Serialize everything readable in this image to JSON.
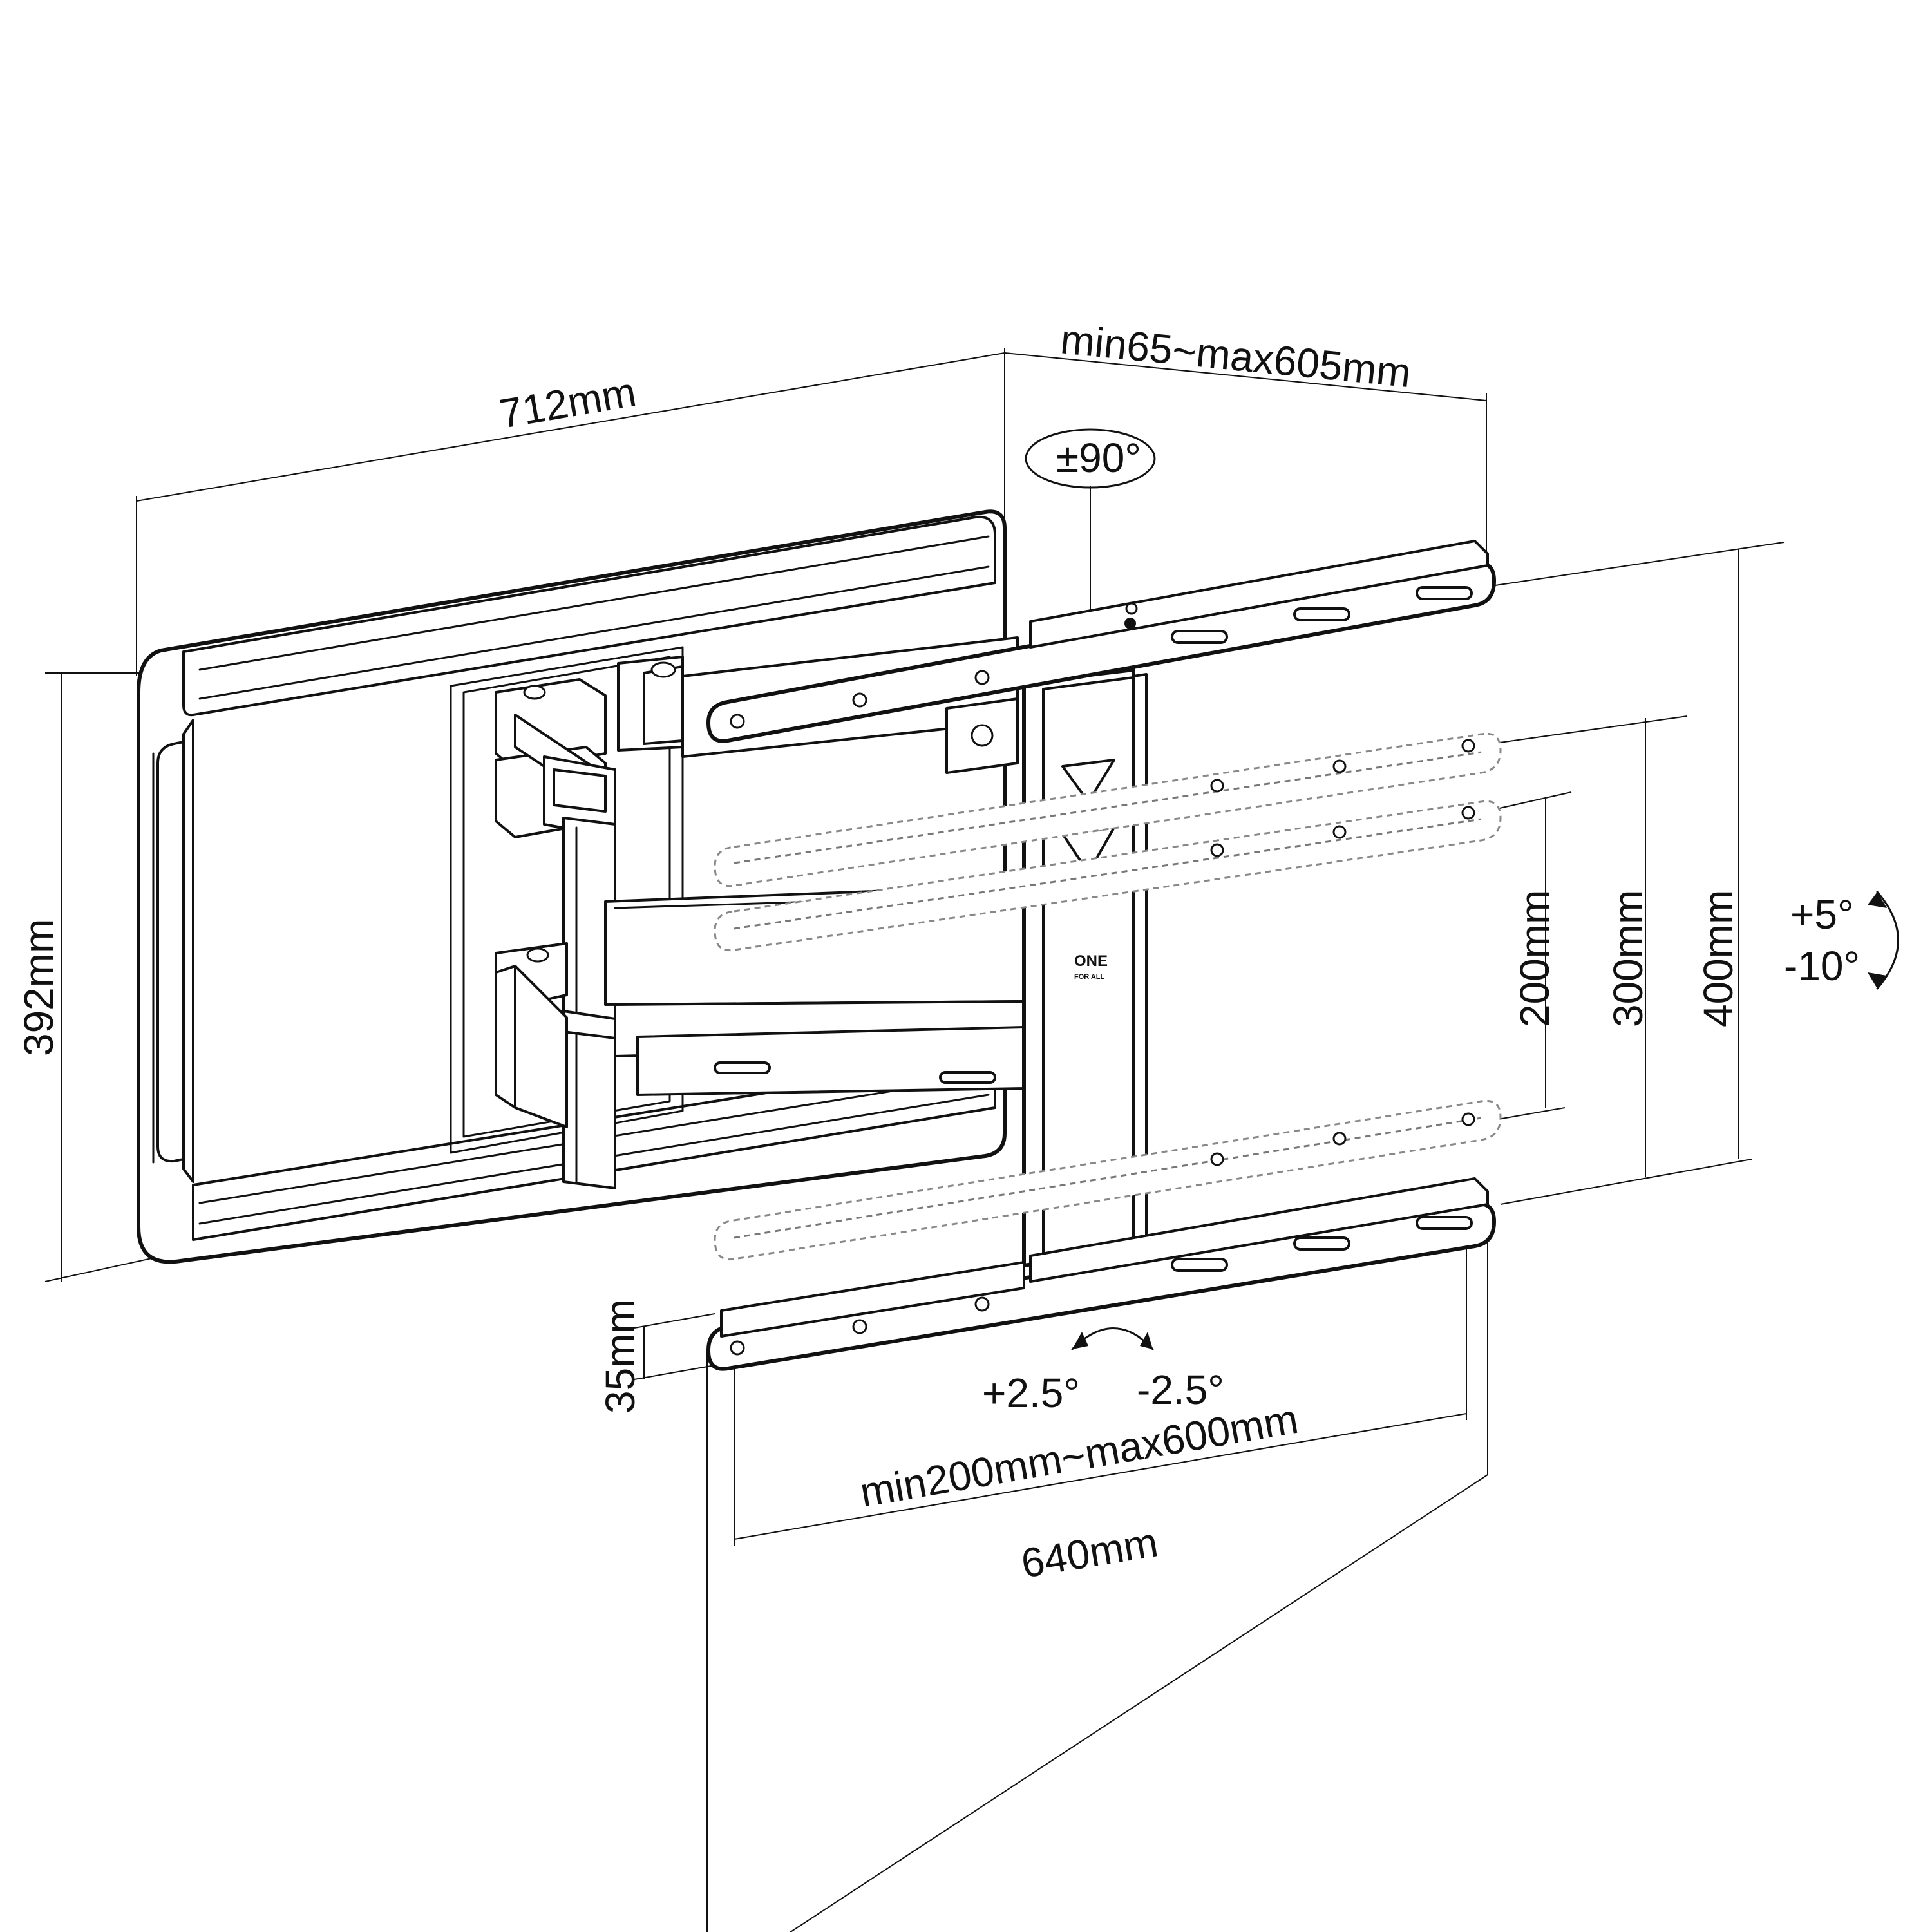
{
  "diagram": {
    "dimensions": {
      "overall_width": "712mm",
      "extension": "min65~max605mm",
      "swivel": "±90°",
      "wall_plate_height": "392mm",
      "vesa_200": "200mm",
      "vesa_300": "300mm",
      "vesa_400": "400mm",
      "tilt_up": "+5°",
      "tilt_down": "-10°",
      "rail_thickness": "35mm",
      "level_plus": "+2.5°",
      "level_minus": "-2.5°",
      "rail_spacing": "min200mm~max600mm",
      "rail_length": "640mm"
    },
    "logo": {
      "line1": "ONE",
      "line2": "FOR ALL"
    }
  }
}
